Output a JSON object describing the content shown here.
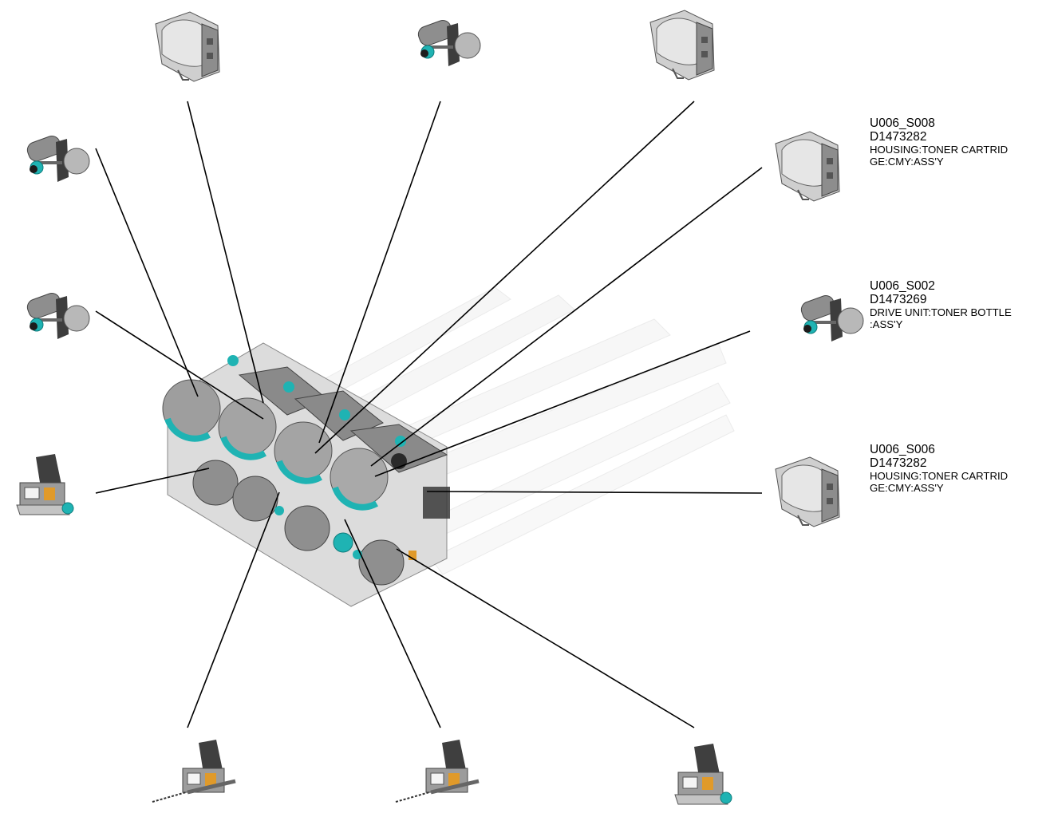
{
  "labels": [
    {
      "code": "U006_S008",
      "part_no": "D1473282",
      "desc_line1": "HOUSING:TONER CARTRID",
      "desc_line2": "GE:CMY:ASS'Y"
    },
    {
      "code": "U006_S002",
      "part_no": "D1473269",
      "desc_line1": "DRIVE UNIT:TONER BOTTLE",
      "desc_line2": ":ASS'Y"
    },
    {
      "code": "U006_S006",
      "part_no": "D1473282",
      "desc_line1": "HOUSING:TONER CARTRID",
      "desc_line2": "GE:CMY:ASS'Y"
    }
  ],
  "colors": {
    "part_gray": "#9a9a9a",
    "part_light": "#d4d4d4",
    "part_dark": "#4a4a4a",
    "accent_cyan": "#1fb3b3",
    "accent_orange": "#e09a2a",
    "leader_line": "#000000",
    "ghost_rail": "#ebebeb"
  }
}
